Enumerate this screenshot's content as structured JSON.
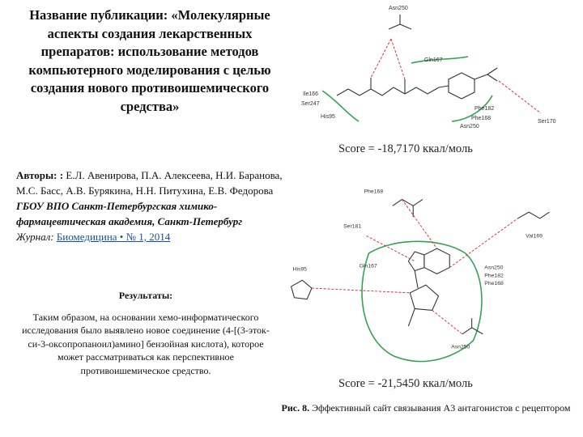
{
  "publication": {
    "title": "Название публикации: «Молекулярные аспекты создания лекарственных препаратов: использование методов компьютерного моделирования с целью создания нового противоишемического средства»",
    "authors_label": "Авторы: :",
    "authors": "Е.Л. Авенирова, П.А. Алексеева, Н.И. Баранова, М.С. Басс, А.В. Бурякина, Н.Н. Питухина, Е.В. Федорова",
    "organization": "ГБОУ ВПО Санкт-Петербургская химико-фармацевтическая академия, Санкт-Петербург",
    "journal_label": "Журнал:",
    "journal_link": "Биомедицина • № 1, 2014"
  },
  "results": {
    "heading": "Результаты:",
    "text": "Таким образом, на основании хемо-информатического исследования было выявлено новое соединение (4-[(3-эток- си-3-оксопропаноил)амино] бензойная кислота), которое может рассматриваться как перспективное противоишемическое средство."
  },
  "figure1": {
    "score": "Score = -18,7170 ккал/моль",
    "labels": [
      "Asn250",
      "Gln167",
      "Ile166",
      "Ser247",
      "His95",
      "Phe182",
      "Phe168",
      "Asn250",
      "Ser170"
    ]
  },
  "figure2": {
    "score": "Score = -21,5450 ккал/моль",
    "labels": [
      "Phe168",
      "Ser181",
      "Val169",
      "His95",
      "Gln167",
      "Asn250",
      "Phe182",
      "Phe168",
      "Asn250"
    ]
  },
  "caption": {
    "label": "Рис. 8.",
    "text": "Эффективный сайт связывания А3 антагонистов с рецептором"
  },
  "colors": {
    "hbond": "#e0303a",
    "pocket": "#2ea44f",
    "link": "#1a4fa0"
  }
}
